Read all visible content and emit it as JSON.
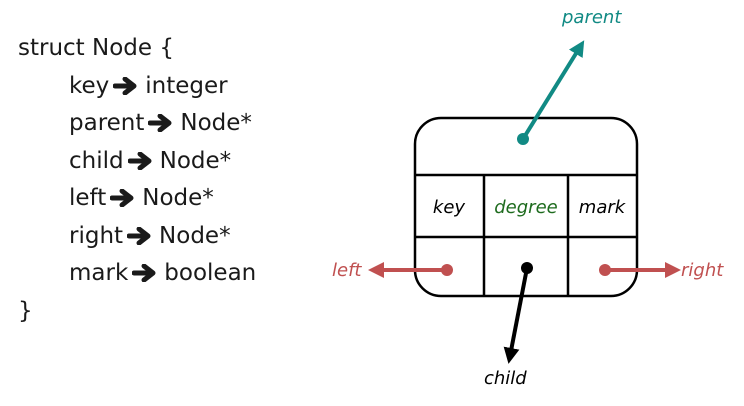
{
  "struct": {
    "header": "struct Node {",
    "fields": [
      {
        "name": "key",
        "type": "integer"
      },
      {
        "name": "parent",
        "type": "Node*"
      },
      {
        "name": "child",
        "type": "Node*"
      },
      {
        "name": "left",
        "type": "Node*"
      },
      {
        "name": "right",
        "type": "Node*"
      },
      {
        "name": "mark",
        "type": "boolean"
      }
    ],
    "closing": "}"
  },
  "diagram": {
    "cells": {
      "key": "key",
      "degree": "degree",
      "mark": "mark"
    },
    "pointers": {
      "parent": "parent",
      "left": "left",
      "right": "right",
      "child": "child"
    }
  },
  "colors": {
    "parent": "#118a84",
    "degree": "#1e6b1e",
    "left": "#c05050",
    "right": "#c05050",
    "child": "#000000",
    "text": "#1a1a1a"
  }
}
